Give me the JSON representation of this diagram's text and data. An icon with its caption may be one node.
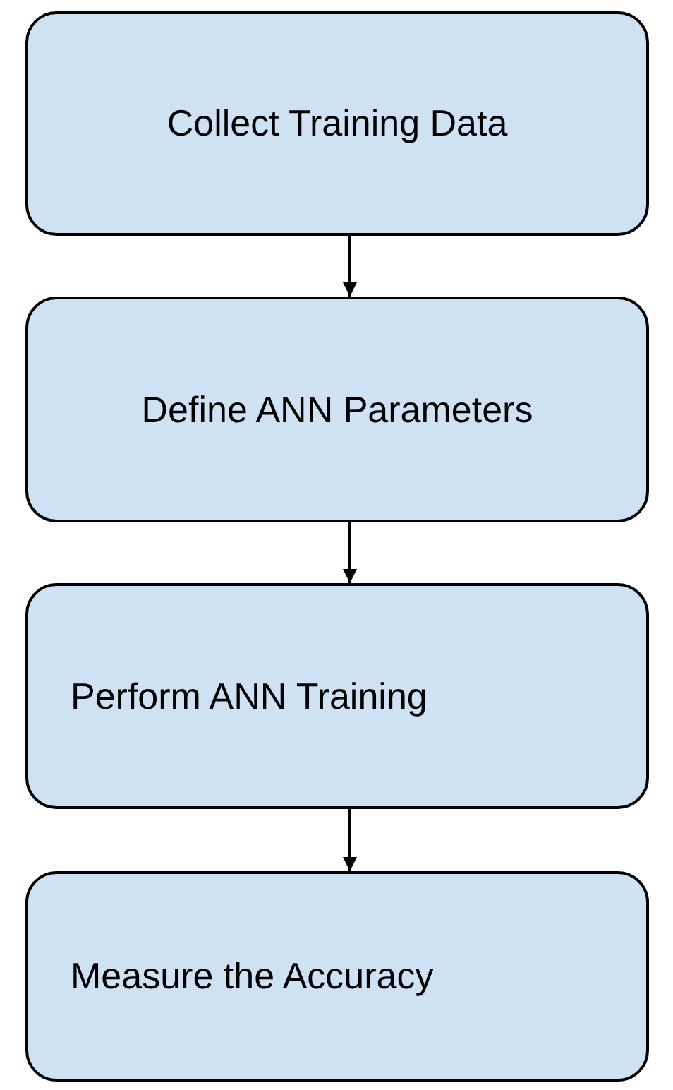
{
  "diagram": {
    "nodes": [
      {
        "text": [
          "Collect Training Data"
        ]
      },
      {
        "text": [
          "Define ANN Parameters"
        ]
      },
      {
        "text": [
          "Perform ANN Training"
        ]
      },
      {
        "text": [
          "Measure the Accuracy"
        ]
      }
    ],
    "edges": [
      {
        "from": 0,
        "to": 1,
        "arrow": "to"
      },
      {
        "from": 1,
        "to": 2,
        "arrow": "to"
      },
      {
        "from": 2,
        "to": 3,
        "arrow": "to"
      }
    ]
  }
}
